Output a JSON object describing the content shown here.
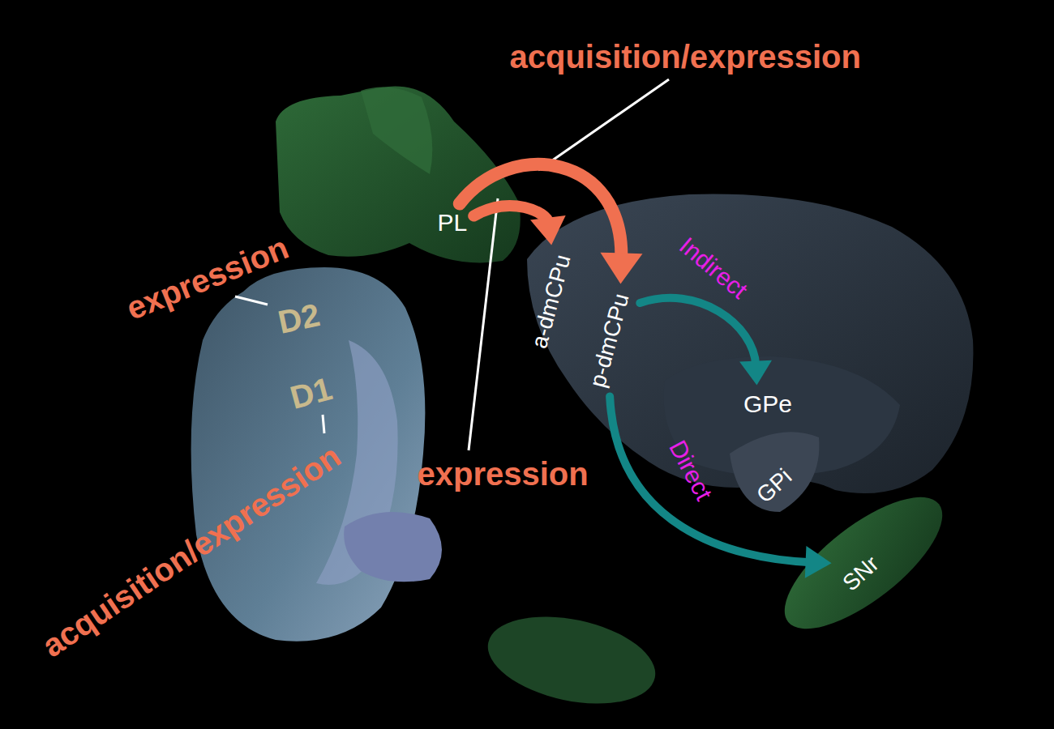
{
  "diagram": {
    "nodes": [
      {
        "text": [
          "PL"
        ]
      },
      {
        "text": [
          "a-dmCPu"
        ]
      },
      {
        "text": [
          "p-dmCPu"
        ]
      },
      {
        "text": [
          "GPe"
        ]
      },
      {
        "text": [
          "GPi"
        ]
      },
      {
        "text": [
          "SNr"
        ]
      }
    ],
    "edges": [
      {
        "from": 0,
        "to": 1,
        "arrow": "to"
      },
      {
        "from": 0,
        "to": 2,
        "arrow": "to"
      },
      {
        "from": 2,
        "to": 3,
        "label": "Indirect",
        "arrow": "to"
      },
      {
        "from": 2,
        "to": 5,
        "label": "Direct",
        "arrow": "to"
      }
    ],
    "labels": [
      "acquisition/expression",
      "expression",
      "D2",
      "D1",
      "acquisition/expression",
      "expression"
    ]
  }
}
